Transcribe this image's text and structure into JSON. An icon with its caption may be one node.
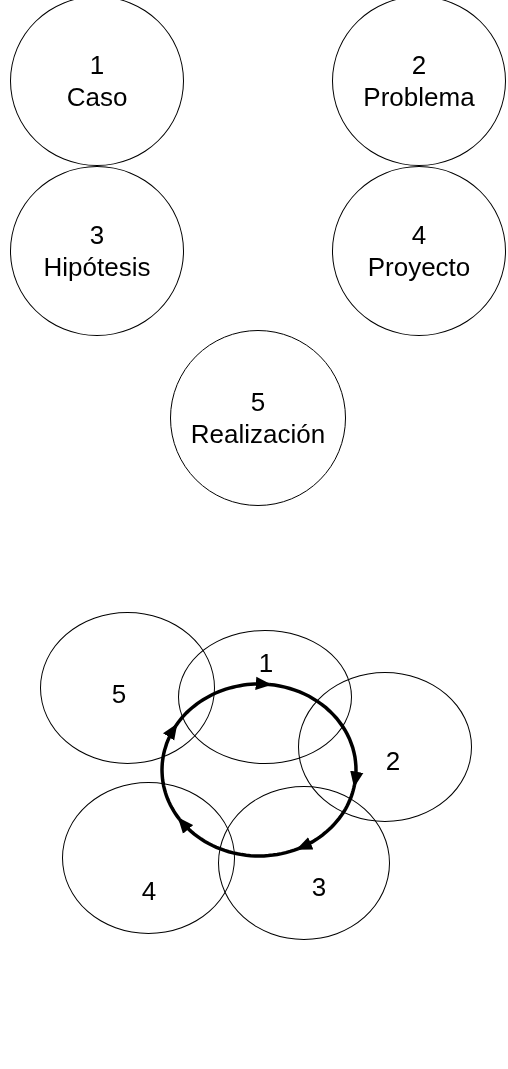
{
  "diagram": {
    "nodes": [
      {
        "text": [
          "1",
          "Caso"
        ]
      },
      {
        "text": [
          "2",
          "Problema"
        ]
      },
      {
        "text": [
          "3",
          "Hipótesis"
        ]
      },
      {
        "text": [
          "4",
          "Proyecto"
        ]
      },
      {
        "text": [
          "5",
          "Realización"
        ]
      },
      {
        "text": [
          "1"
        ]
      },
      {
        "text": [
          "2"
        ]
      },
      {
        "text": [
          "3"
        ]
      },
      {
        "text": [
          "4"
        ]
      },
      {
        "text": [
          "5"
        ]
      }
    ],
    "edges": [
      {
        "from": 5,
        "to": 6,
        "arrow": "to"
      },
      {
        "from": 6,
        "to": 7,
        "arrow": "to"
      },
      {
        "from": 7,
        "to": 8,
        "arrow": "to"
      },
      {
        "from": 8,
        "to": 9,
        "arrow": "to"
      },
      {
        "from": 9,
        "to": 5,
        "arrow": "to"
      }
    ]
  }
}
